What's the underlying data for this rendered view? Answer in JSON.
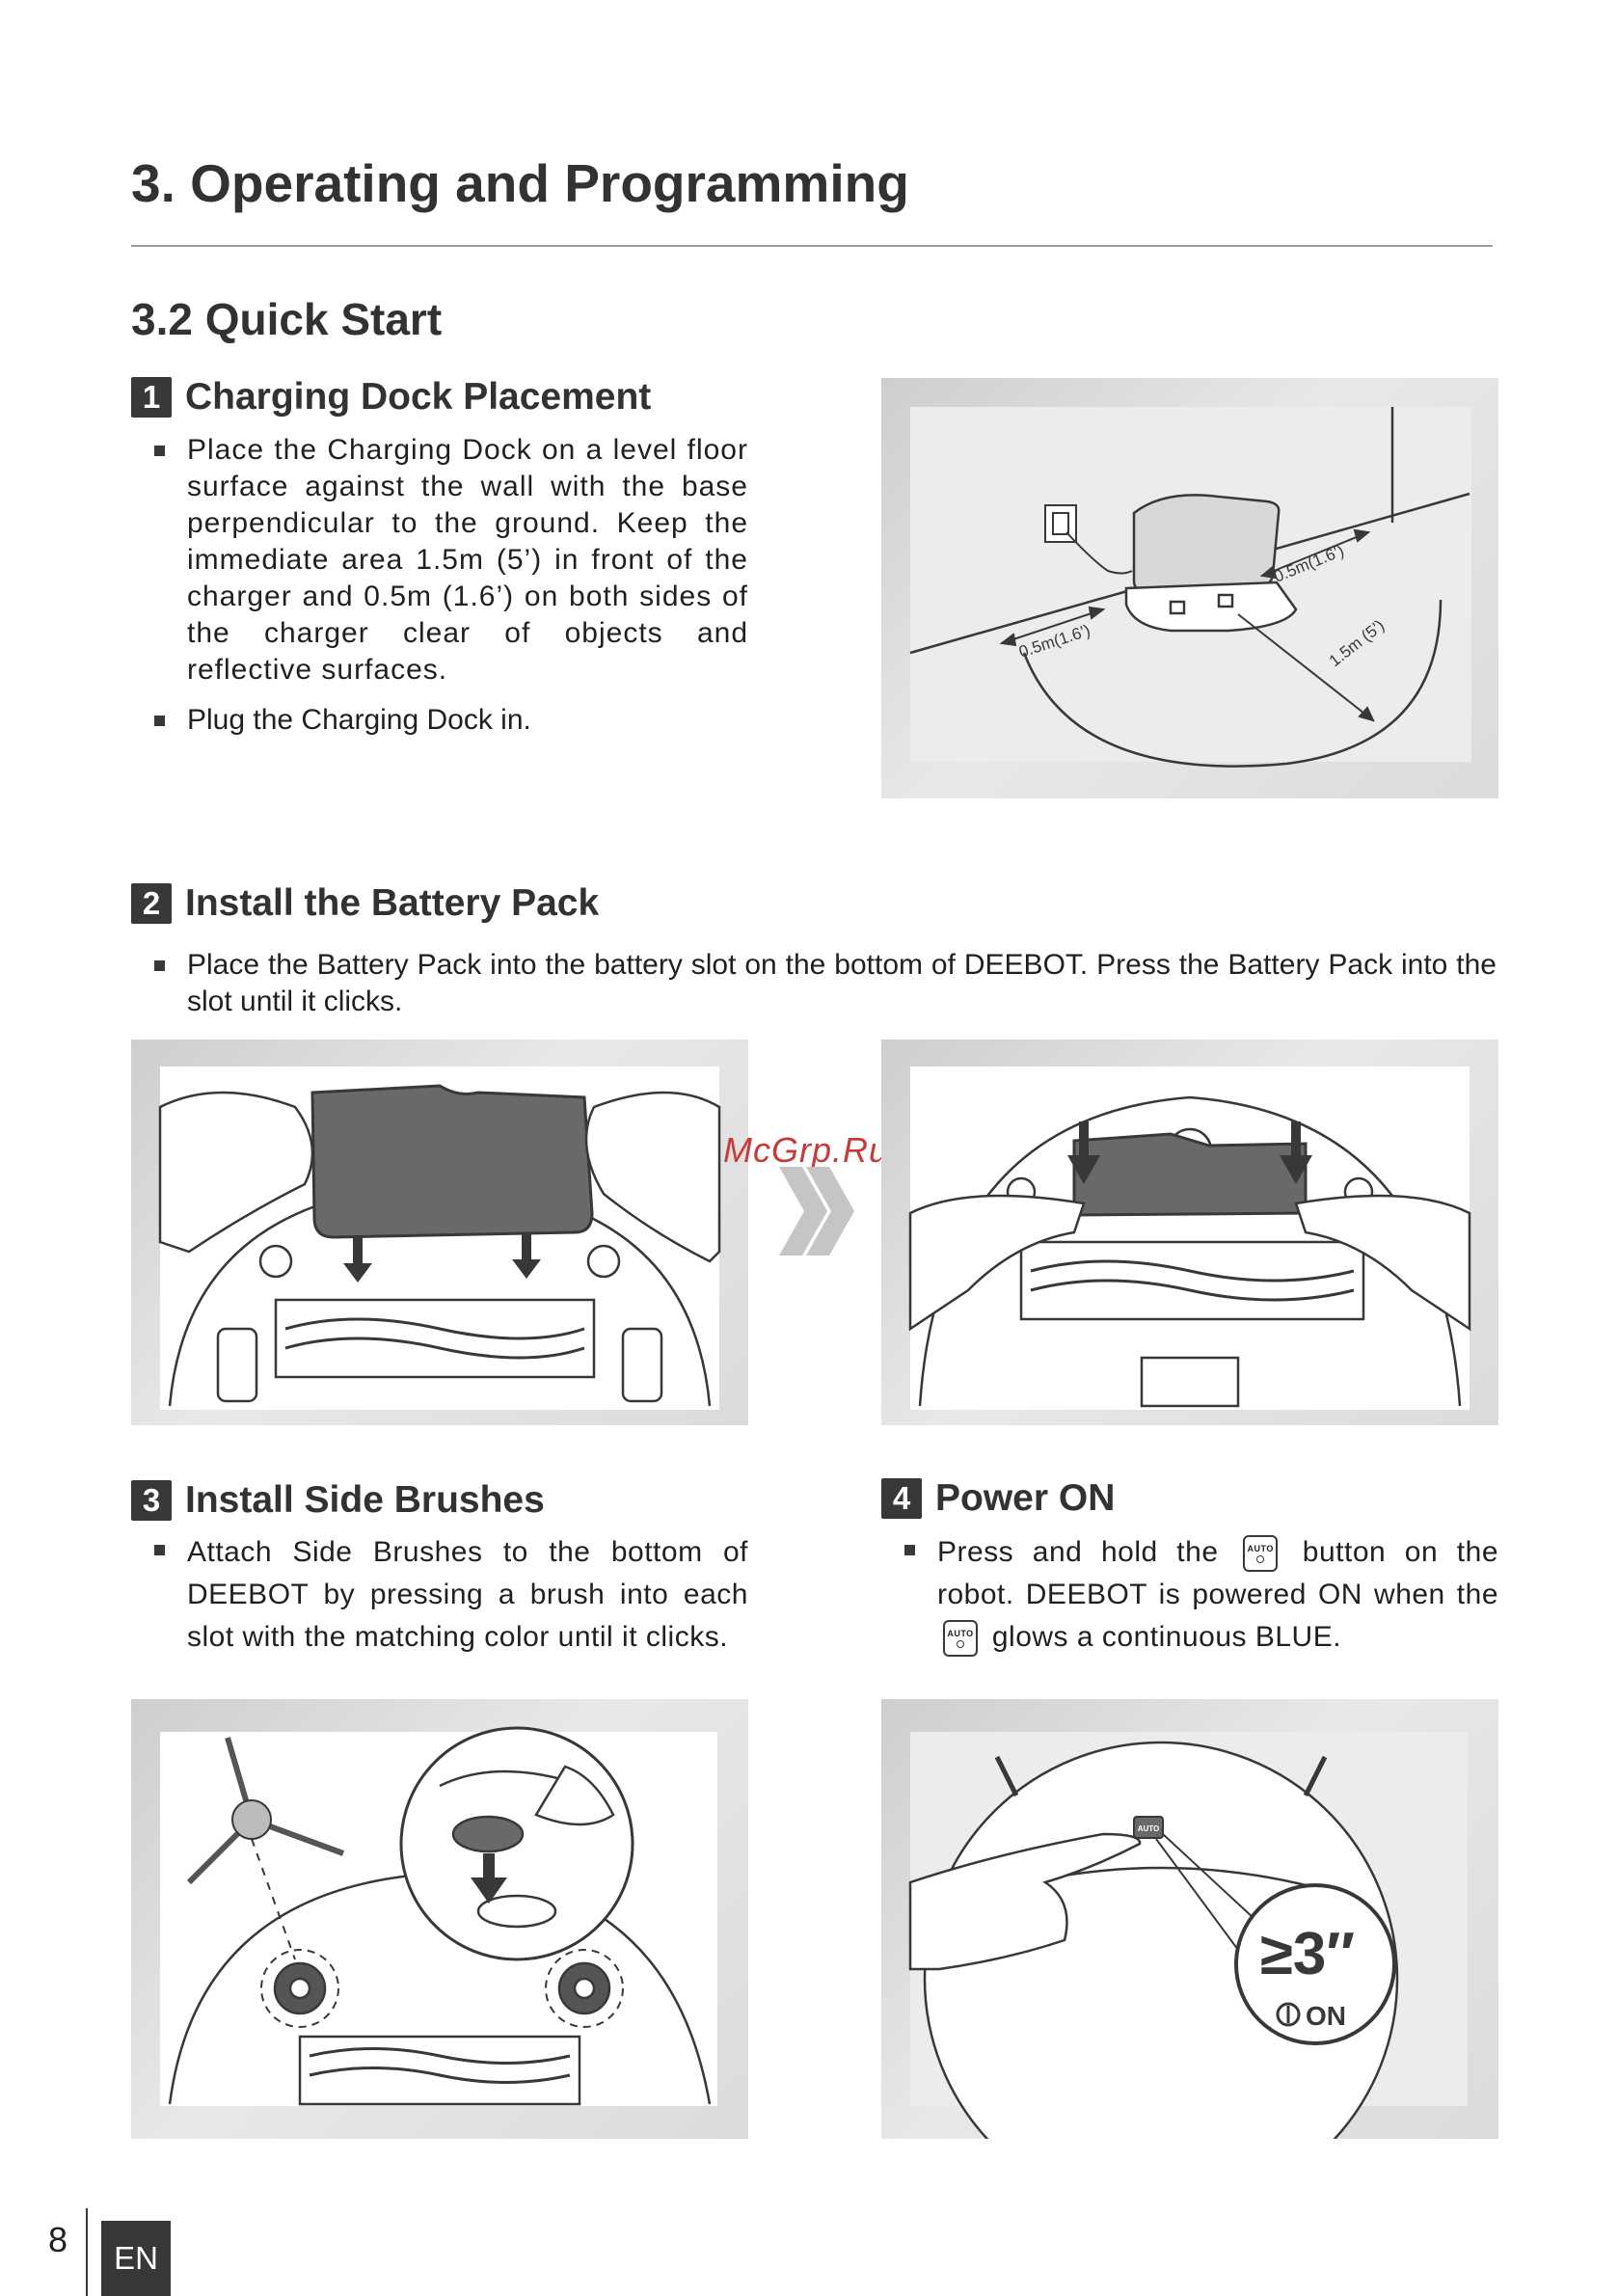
{
  "chapter_title": "3. Operating and Programming",
  "section_title": "3.2 Quick Start",
  "steps": [
    {
      "number": "1",
      "title": "Charging Dock Placement",
      "bullets": [
        "Place the Charging Dock on a level floor surface against the wall with the base perpendicular to the ground. Keep the immediate area 1.5m (5’) in front of the charger and 0.5m (1.6’) on both sides of the charger clear of objects and reflective surfaces.",
        "Plug the Charging Dock in."
      ],
      "figure_labels": [
        "0.5m(1.6’)",
        "0.5m(1.6’)",
        "1.5m (5’)"
      ]
    },
    {
      "number": "2",
      "title": "Install the Battery Pack",
      "bullets": [
        "Place the Battery Pack into the battery slot on the bottom of DEEBOT. Press the Battery Pack into the slot until it clicks."
      ]
    },
    {
      "number": "3",
      "title": "Install Side Brushes",
      "bullets": [
        "Attach Side Brushes to the bottom of DEEBOT by pressing a brush into each slot with the matching color until it clicks."
      ]
    },
    {
      "number": "4",
      "title": "Power ON",
      "bullet_parts": {
        "a": "Press and hold the",
        "b": "button on the robot. DEEBOT is powered ON when the",
        "c": "glows a continuous BLUE."
      },
      "key_label": "AUTO",
      "figure_labels": {
        "duration": "≥3″",
        "on": "ON",
        "key": "AUTO"
      }
    }
  ],
  "watermark": "McGrp.Ru",
  "footer": {
    "page_number": "8",
    "language": "EN"
  },
  "colors": {
    "text": "#231f20",
    "badge": "#3a3738",
    "frame": "#dcdada",
    "watermark": "#c83a3a"
  }
}
